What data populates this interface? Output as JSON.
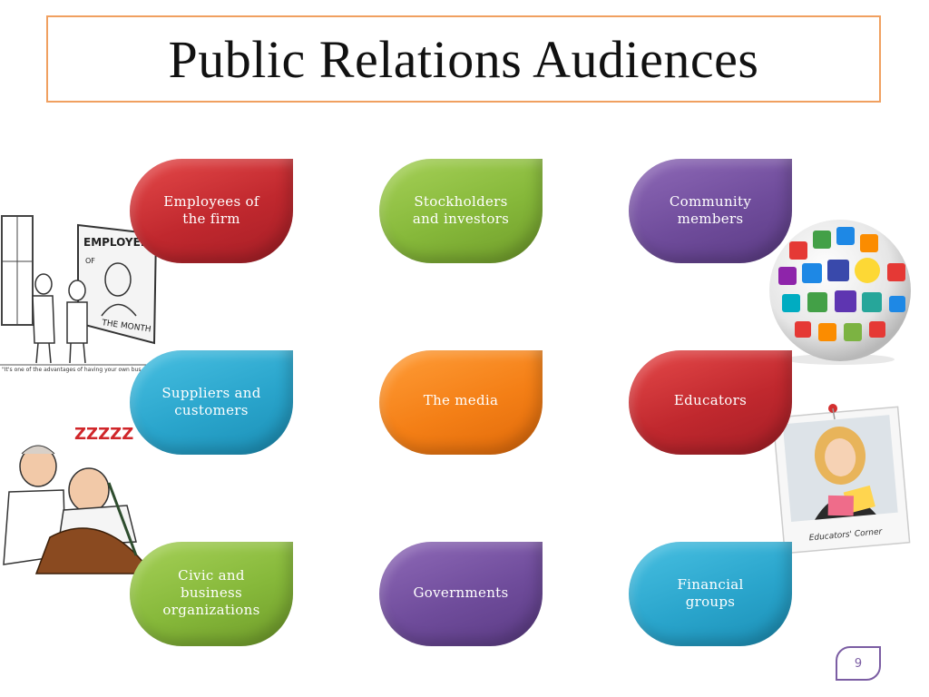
{
  "slide": {
    "title": "Public Relations Audiences",
    "page_number": "9"
  },
  "audiences": [
    {
      "label": "Employees of\nthe firm",
      "color": "#c0282e"
    },
    {
      "label": "Stockholders\nand investors",
      "color": "#86b83a"
    },
    {
      "label": "Community\nmembers",
      "color": "#6f4c9b"
    },
    {
      "label": "Suppliers and\ncustomers",
      "color": "#2aa5cc"
    },
    {
      "label": "The media",
      "color": "#f47f16"
    },
    {
      "label": "Educators",
      "color": "#c0282e"
    },
    {
      "label": "Civic and\nbusiness\norganizations",
      "color": "#86b83a"
    },
    {
      "label": "Governments",
      "color": "#6f4c9b"
    },
    {
      "label": "Financial\ngroups",
      "color": "#2aa5cc"
    }
  ],
  "illustrations": {
    "employee_cartoon": {
      "sign_text": "EMPLOYEE\nOF\nTHE MONTH",
      "caption": "\"It's one of the advantages of having your own bus"
    },
    "barber_cartoon": {
      "snore_text": "ZZZZZ"
    },
    "educator_photo": {
      "caption": "Educators' Corner"
    }
  }
}
